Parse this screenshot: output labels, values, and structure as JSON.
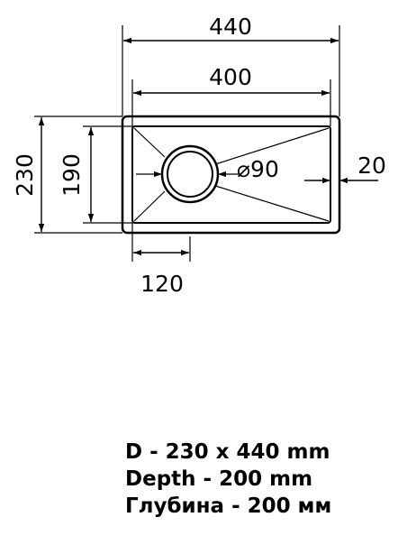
{
  "dimensions": {
    "outer_width": "440",
    "inner_width": "400",
    "outer_height": "230",
    "inner_height": "190",
    "drain_diameter": "⌀90",
    "edge_offset": "20",
    "drain_offset": "120"
  },
  "specs": [
    "D - 230 x 440 mm",
    "Depth - 200 mm",
    "Глубина - 200 мм"
  ]
}
